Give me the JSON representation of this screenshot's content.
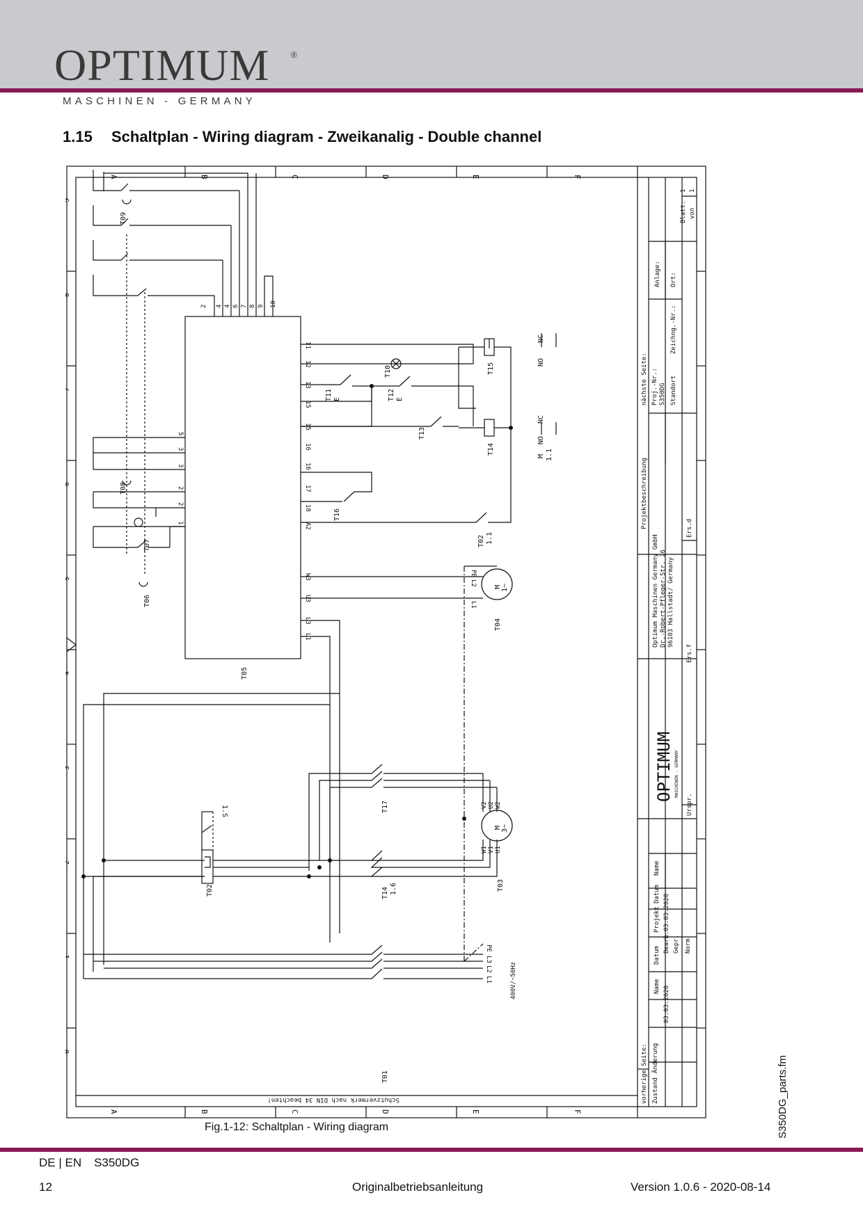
{
  "header": {
    "logo_word": "OPTIMUM",
    "logo_reg": "®",
    "logo_sub": "MASCHINEN - GERMANY",
    "accent_color": "#8a1a55",
    "band_color": "#c8cacd"
  },
  "section": {
    "number": "1.15",
    "title": "Schaltplan - Wiring diagram - Zweikanalig - Double channel"
  },
  "diagram": {
    "col_letters": [
      "A",
      "B",
      "C",
      "D",
      "E",
      "F"
    ],
    "row_numbers": [
      "9",
      "8",
      "7",
      "6",
      "5",
      "4",
      "3",
      "2",
      "1",
      "0"
    ],
    "component_labels": {
      "t05": "T05",
      "t09": "T09",
      "t08": "T08",
      "t07": "T07",
      "t06": "T06",
      "t10": "T10",
      "t11": "T11",
      "t12": "T12",
      "t13": "T13",
      "t14": "T14",
      "t14_power": "T14",
      "t14_ref": "1.6",
      "t15": "T15",
      "t16": "T16",
      "t17": "T17",
      "t02": "T02",
      "t02_relay": "T02",
      "t02_ref": "1.1",
      "t03": "T03",
      "t04": "T04",
      "t01": "T01",
      "t1s": "1.S",
      "m": "M",
      "m_single": "1~",
      "m_three": "3~",
      "e": "E",
      "nc": "NC",
      "no": "NO",
      "m_col": "M",
      "ref_11": "1.1",
      "pe": "PE"
    },
    "terminals_top": [
      "2",
      "4",
      "4",
      "6",
      "7",
      "8",
      "9",
      "10"
    ],
    "terminals_right": [
      "11",
      "12",
      "13",
      "15",
      "15",
      "16",
      "16",
      "17",
      "18",
      "A2",
      "W3",
      "U3",
      "L3",
      "L1"
    ],
    "terminals_left": [
      "5",
      "3",
      "3",
      "2",
      "2",
      "1"
    ],
    "mains": [
      "PE",
      "L3",
      "L2",
      "L1"
    ],
    "mains_voltage": "400V/~50Hz",
    "motor_small_terms": [
      "PE",
      "L2",
      "L1"
    ],
    "motor_big_terms_top": [
      "V2",
      "U2",
      "W2"
    ],
    "motor_big_terms_bottom": [
      "W1",
      "V1",
      "U1"
    ],
    "bottom_note": "Schutzvermerk nach DIN 34 beachten!",
    "title_block": {
      "blatt_label": "Blatt:",
      "blatt_value": "1",
      "von_label": "von",
      "von_value": "1",
      "anlage": "Anlage:",
      "ort": "Ort:",
      "zeichng": "Zeichng.-Nr.:",
      "naechste": "nächste Seite:",
      "projnr": "Proj.-Nr.:",
      "projnr_value": "S350DG",
      "standort": "Standort",
      "projektbeschreibung": "Projektbeschreibung",
      "company_1": "Optimum Maschinen Germany GmbH",
      "company_2": "Dr.-Robert-Pfleger-Str. 26",
      "company_3": "96103 Hallstadt/ Germany",
      "ersd": "Ers.d",
      "ersf": "Ers.f",
      "urspr": "Urspr.",
      "logo_word": "OPTIMUM",
      "logo_sub": "MASCHINEN - GERMANY",
      "name1": "Name",
      "datum1": "Datum",
      "projekt": "Projekt",
      "datum2": "Datum",
      "name2": "Name",
      "date1": "03.03.2020",
      "bearb": "Bearb.",
      "date2": "03.03.2020",
      "gepr": "Gepr.",
      "norm": "Norm",
      "vorherige": "vorherige Seite:",
      "zustand": "Zustand",
      "aenderung": "Änderung"
    }
  },
  "caption": "Fig.1-12:   Schaltplan - Wiring diagram",
  "side_file": "S350DG_parts.fm",
  "footer": {
    "lang": "DE | EN",
    "model": "S350DG",
    "page": "12",
    "center": "Originalbetriebsanleitung",
    "version": "Version 1.0.6 - 2020-08-14"
  }
}
